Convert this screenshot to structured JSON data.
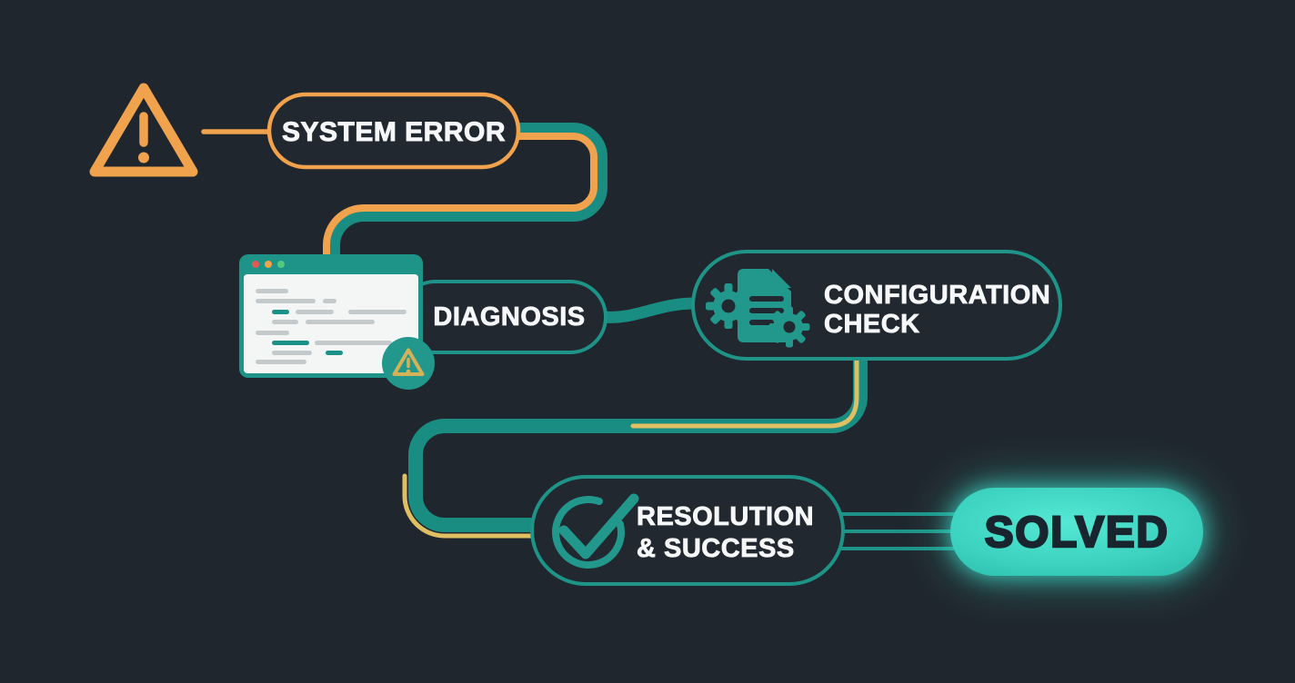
{
  "diagram": {
    "nodes": {
      "system_error": {
        "label": "SYSTEM ERROR"
      },
      "diagnosis": {
        "label": "DIAGNOSIS"
      },
      "configuration_check": {
        "label_line1": "CONFIGURATION",
        "label_line2": "CHECK"
      },
      "resolution_success": {
        "label_line1": "RESOLUTION",
        "label_line2": "& SUCCESS"
      },
      "solved": {
        "label": "SOLVED"
      }
    },
    "icons": {
      "warning": "warning-triangle-icon",
      "terminal": "terminal-window-icon",
      "terminal_badge": "warning-badge-icon",
      "configuration": "document-gears-icon",
      "success": "check-circle-icon"
    },
    "colors": {
      "background": "#20262D",
      "orange": "#F1A24D",
      "teal_border": "#1E9488",
      "teal_connector": "#1A8D83",
      "teal_icon": "#22988D",
      "gold": "#E0BE62",
      "window_body": "#F3F6F5",
      "code_gray": "#C4C9CC",
      "dot_red": "#E25A4F",
      "dot_yellow": "#F0A14B",
      "dot_green": "#52C97E",
      "badge_triangle": "#D3B258",
      "solved_fill": "#3EDCC8",
      "text_light": "#F5F7F8",
      "text_dark": "#18242E"
    }
  }
}
